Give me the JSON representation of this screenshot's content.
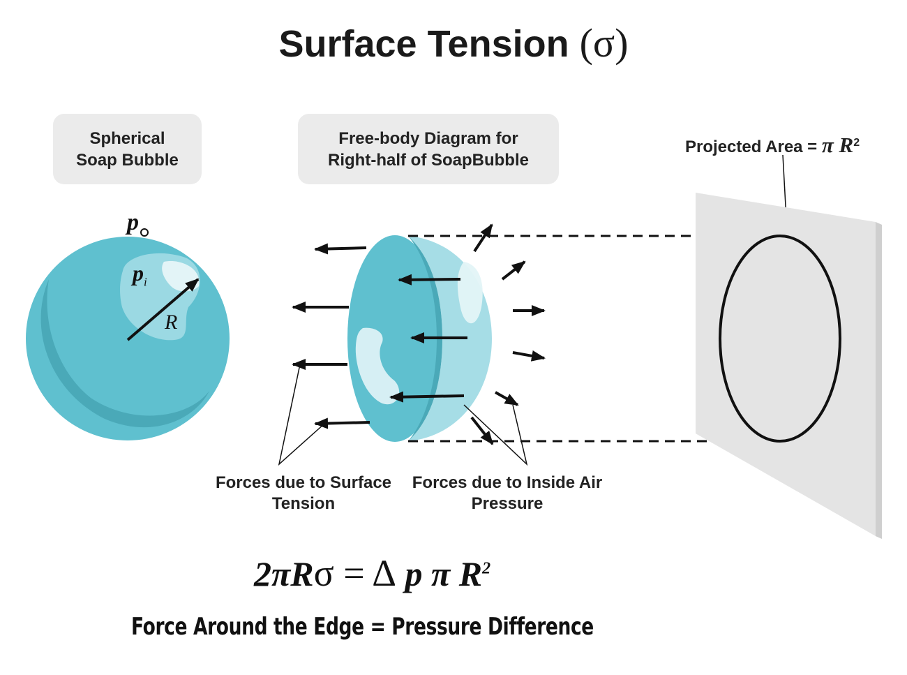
{
  "title": {
    "text": "Surface Tension",
    "symbol": "(σ)"
  },
  "panels": {
    "bubble_label": "Spherical Soap Bubble",
    "fbd_label": "Free-body Diagram for Right-half of SoapBubble"
  },
  "symbols": {
    "outside_pressure": "p",
    "outside_sub": "o",
    "inside_pressure": "p",
    "inside_sub": "i",
    "radius": "R"
  },
  "projected_area": {
    "label": "Projected Area = ",
    "formula": "π R",
    "exp": "2"
  },
  "annotations": {
    "surface_tension_forces": "Forces due to Surface Tension",
    "air_pressure_forces": "Forces due to Inside Air Pressure"
  },
  "equation": {
    "lhs": "2πR",
    "sigma": "σ",
    "eq": " = ",
    "delta": "Δ",
    "rhs": " p π R",
    "exp": "2"
  },
  "caption": "Force Around the Edge  =  Pressure Difference",
  "colors": {
    "bubble": "#5fc0cf",
    "bubble_dark": "#4aa9b8",
    "bubble_light": "#a6dde6",
    "highlight": "#e3f4f7",
    "panel": "#ebebeb",
    "plate": "#e4e4e4"
  }
}
